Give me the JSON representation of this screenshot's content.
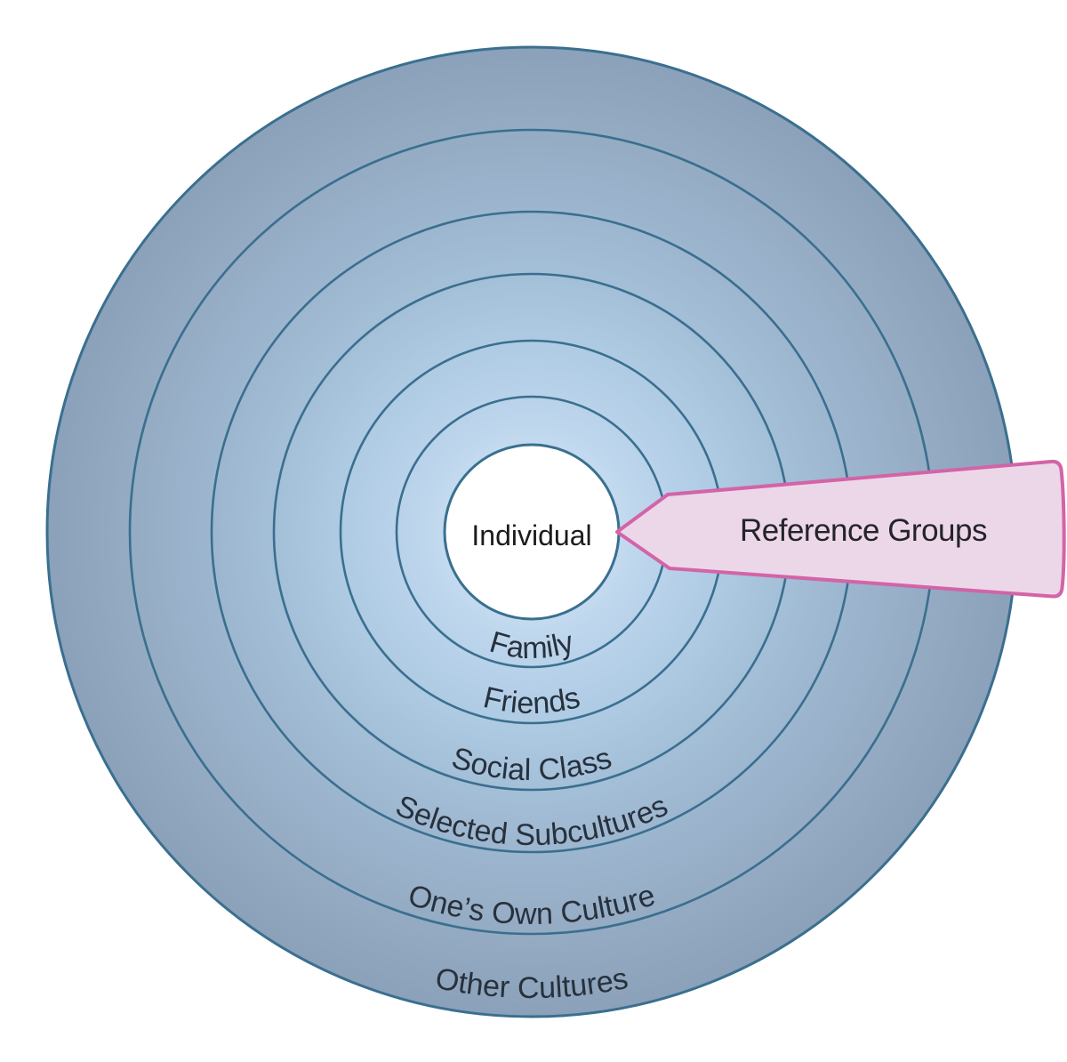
{
  "diagram": {
    "center_label": "Individual",
    "callout_label": "Reference Groups",
    "rings": [
      {
        "label": "Family"
      },
      {
        "label": "Friends"
      },
      {
        "label": "Social Class"
      },
      {
        "label": "Selected Subcultures"
      },
      {
        "label": "One’s Own Culture"
      },
      {
        "label": "Other Cultures"
      }
    ]
  },
  "colors": {
    "background": "#ffffff",
    "ring_gradient_center": "#cbe0f2",
    "ring_gradient_edge": "#8ba1ba",
    "ring_line": "#3a6f8f",
    "center_circle_fill": "#ffffff",
    "arrow_fill": "#ecd7e9",
    "arrow_border": "#d264a7",
    "label_text": "#27313d",
    "center_text": "#1c1c1e"
  }
}
